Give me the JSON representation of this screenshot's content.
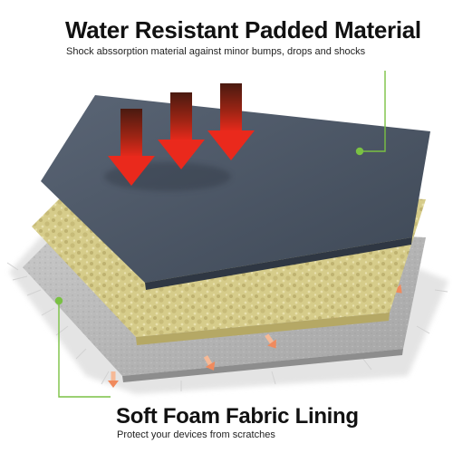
{
  "top_callout": {
    "title": "Water Resistant Padded Material",
    "subtitle": "Shock abssorption material against minor bumps, drops and shocks"
  },
  "bottom_callout": {
    "title": "Soft Foam Fabric Lining",
    "subtitle": "Protect your devices from scratches"
  },
  "colors": {
    "top_layer": "#4a5564",
    "foam_layer": "#d9cf8f",
    "lining_layer": "#b7b7b7",
    "accent_line": "#7ac143",
    "arrow_red": "#e5281f",
    "arrow_dark": "#5a1d10",
    "small_arrow": "#f08a5d"
  },
  "icons": {
    "pressure_arrows": "down-arrow-icon",
    "dissipation_arrows": "small-arrow-icon"
  }
}
